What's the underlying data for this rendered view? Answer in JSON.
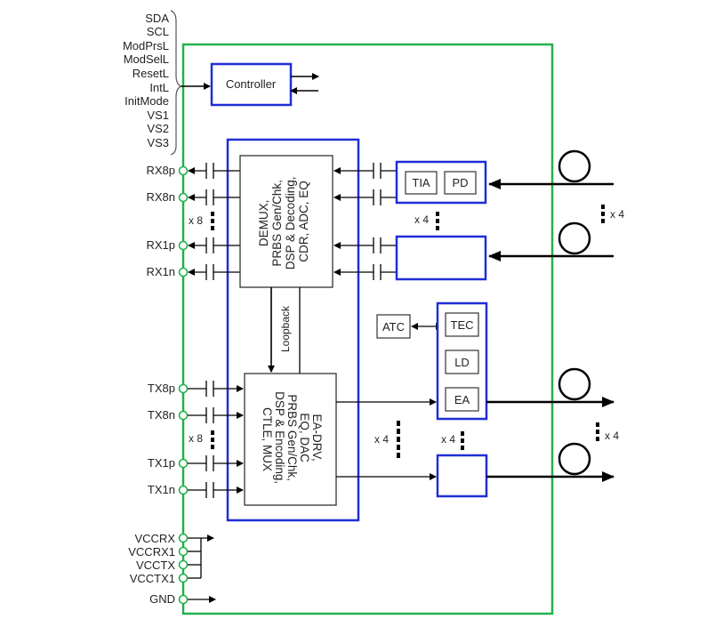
{
  "control_pins": [
    "SDA",
    "SCL",
    "ModPrsL",
    "ModSelL",
    "ResetL",
    "IntL",
    "InitMode",
    "VS1",
    "VS2",
    "VS3"
  ],
  "controller": "Controller",
  "rx_pins": [
    "RX8p",
    "RX8n",
    "RX1p",
    "RX1n"
  ],
  "tx_pins": [
    "TX8p",
    "TX8n",
    "TX1p",
    "TX1n"
  ],
  "power_pins": [
    "VCCRX",
    "VCCRX1",
    "VCCTX",
    "VCCTX1"
  ],
  "gnd_pin": "GND",
  "dsp_rx_lines": [
    "DEMUX,",
    "PRBS Gen/Chk,",
    "DSP & Decoding,",
    "CDR, ADC, EQ"
  ],
  "dsp_tx_lines": [
    "EA-DRV,",
    "EQ, DAC",
    "PRBS Gen/Chk,",
    "DSP & Encoding,",
    "CTLE, MUX"
  ],
  "loopback": "Loopback",
  "tia": "TIA",
  "pd": "PD",
  "atc": "ATC",
  "tec": "TEC",
  "ld": "LD",
  "ea": "EA",
  "multipliers": {
    "rx_x8": "x 8",
    "tx_x8": "x 8",
    "rx_x4": "x 4",
    "rx_fiber_x4": "x 4",
    "tx_x4_left": "x 4",
    "tx_x4_mid": "x 4",
    "tx_fiber_x4": "x 4"
  },
  "colors": {
    "module_border": "#22b14c",
    "block_border": "#1f2ed6",
    "dsp_border": "#333333",
    "pin_circle": "#22b14c"
  }
}
